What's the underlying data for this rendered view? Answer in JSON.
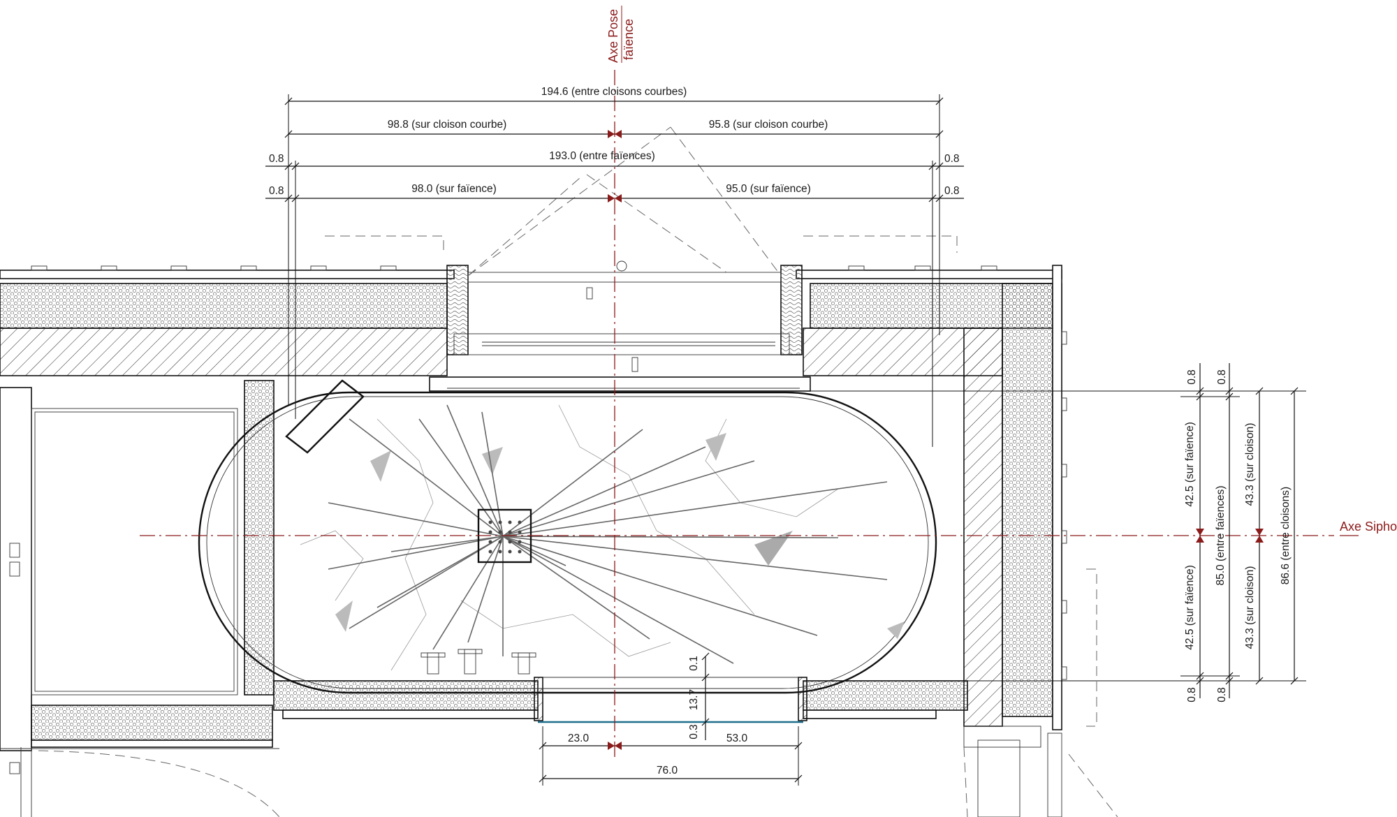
{
  "axes": {
    "axe_pose": "Axe Pose",
    "faience": "faïence",
    "axe_siphon": "Axe Siphon"
  },
  "dims": {
    "top_1": "194.6 (entre cloisons courbes)",
    "top_2_left": "98.8 (sur cloison courbe)",
    "top_2_right": "95.8 (sur cloison courbe)",
    "top_3": "193.0 (entre faïences)",
    "top_3_left_offset": "0.8",
    "top_3_right_offset": "0.8",
    "top_4_left": "98.0 (sur faïence)",
    "top_4_right": "95.0 (sur faïence)",
    "top_4_left_offset": "0.8",
    "top_4_right_offset": "0.8",
    "right_top_offset_1": "0.8",
    "right_top_offset_2": "0.8",
    "right_bottom_offset_1": "0.8",
    "right_bottom_offset_2": "0.8",
    "right_upper_faience": "42.5 (sur faïence)",
    "right_lower_faience": "42.5 (sur faïence)",
    "right_entre_faiences": "85.0 (entre faïences)",
    "right_upper_cloison": "43.3 (sur cloison)",
    "right_lower_cloison": "43.3 (sur cloison)",
    "right_entre_cloisons": "86.6 (entre cloisons)",
    "step_0_1": "0.1",
    "step_13_7": "13.7",
    "step_0_3": "0.3",
    "bottom_left": "23.0",
    "bottom_right": "53.0",
    "bottom_total": "76.0"
  },
  "colors": {
    "axis": "#8b1a1a",
    "line": "#111111",
    "shower_floor": "#ececec",
    "glass": "#1f6f8b"
  }
}
